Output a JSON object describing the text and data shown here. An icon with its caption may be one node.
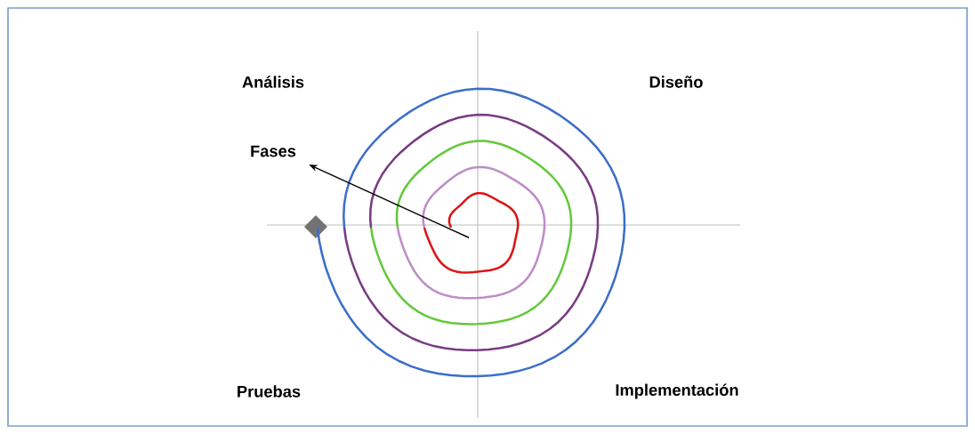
{
  "diagram": {
    "nodes": [
      {
        "text": [
          "Fases"
        ]
      },
      {
        "text": [],
        "shape": "picture"
      }
    ],
    "edges": [
      {
        "from": 1,
        "to": 0,
        "arrow": "to"
      }
    ],
    "labels": [
      "Análisis",
      "Diseño",
      "Pruebas",
      "Implementación"
    ]
  }
}
